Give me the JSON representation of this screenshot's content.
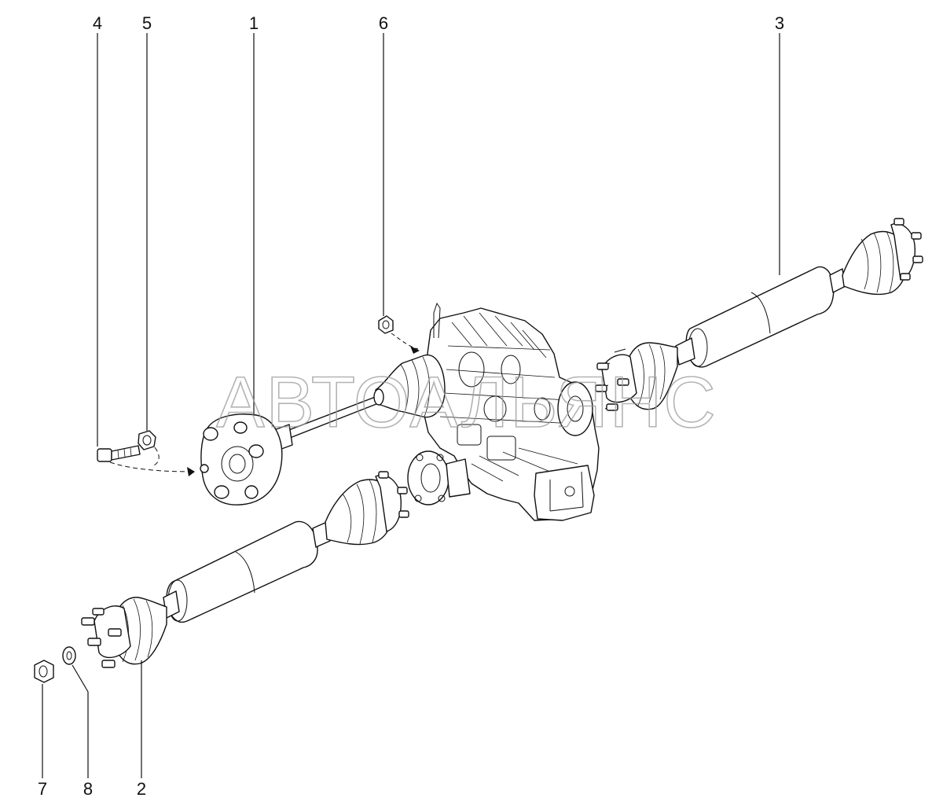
{
  "watermark": "АВТОАЛЬЯНС",
  "callouts": {
    "c1": "1",
    "c2": "2",
    "c3": "3",
    "c4": "4",
    "c5": "5",
    "c6": "6",
    "c7": "7",
    "c8": "8"
  }
}
